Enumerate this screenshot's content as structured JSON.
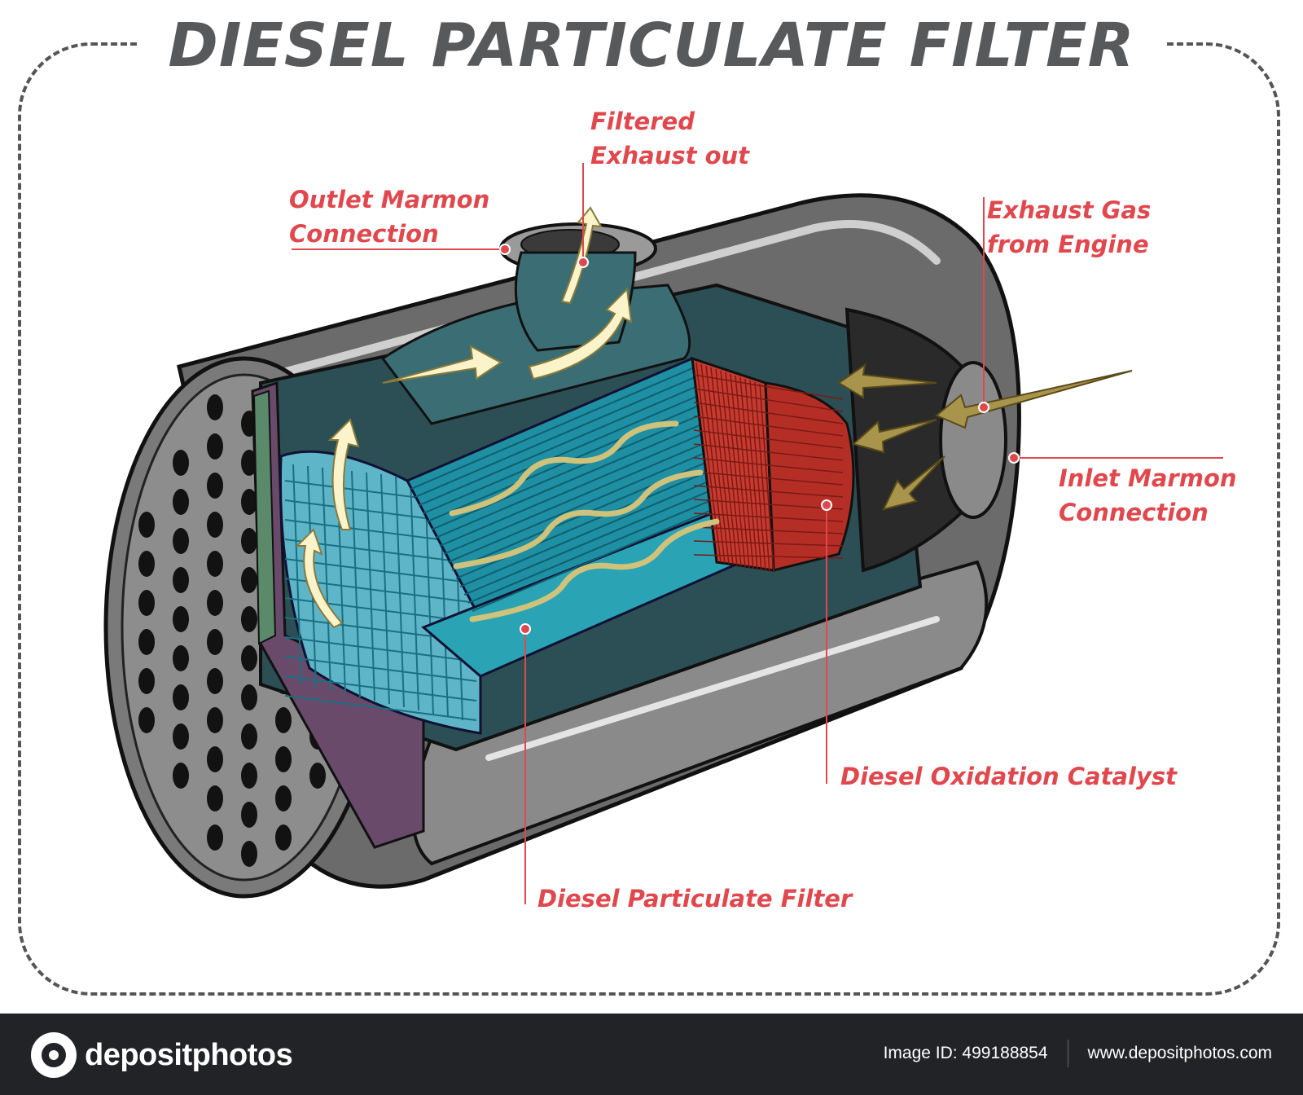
{
  "title": "DIESEL PARTICULATE FILTER",
  "labels": {
    "filtered_exhaust_out": "Filtered\nExhaust out",
    "outlet_marmon": "Outlet Marmon\nConnection",
    "exhaust_gas_from_engine": "Exhaust Gas\nfrom Engine",
    "inlet_marmon": "Inlet Marmon\nConnection",
    "diesel_oxidation_catalyst": "Diesel Oxidation Catalyst",
    "diesel_particulate_filter": "Diesel Particulate Filter"
  },
  "footer": {
    "brand": "depositphotos",
    "image_id": "Image ID: 499188854",
    "site": "www.depositphotos.com"
  },
  "colors": {
    "label": "#e0484d",
    "title": "#58595b",
    "filter_teal": "#2aa3b5",
    "catalyst_red": "#c83a2f",
    "housing_gray": "#6b6b6b",
    "footer_bg": "#222326"
  }
}
